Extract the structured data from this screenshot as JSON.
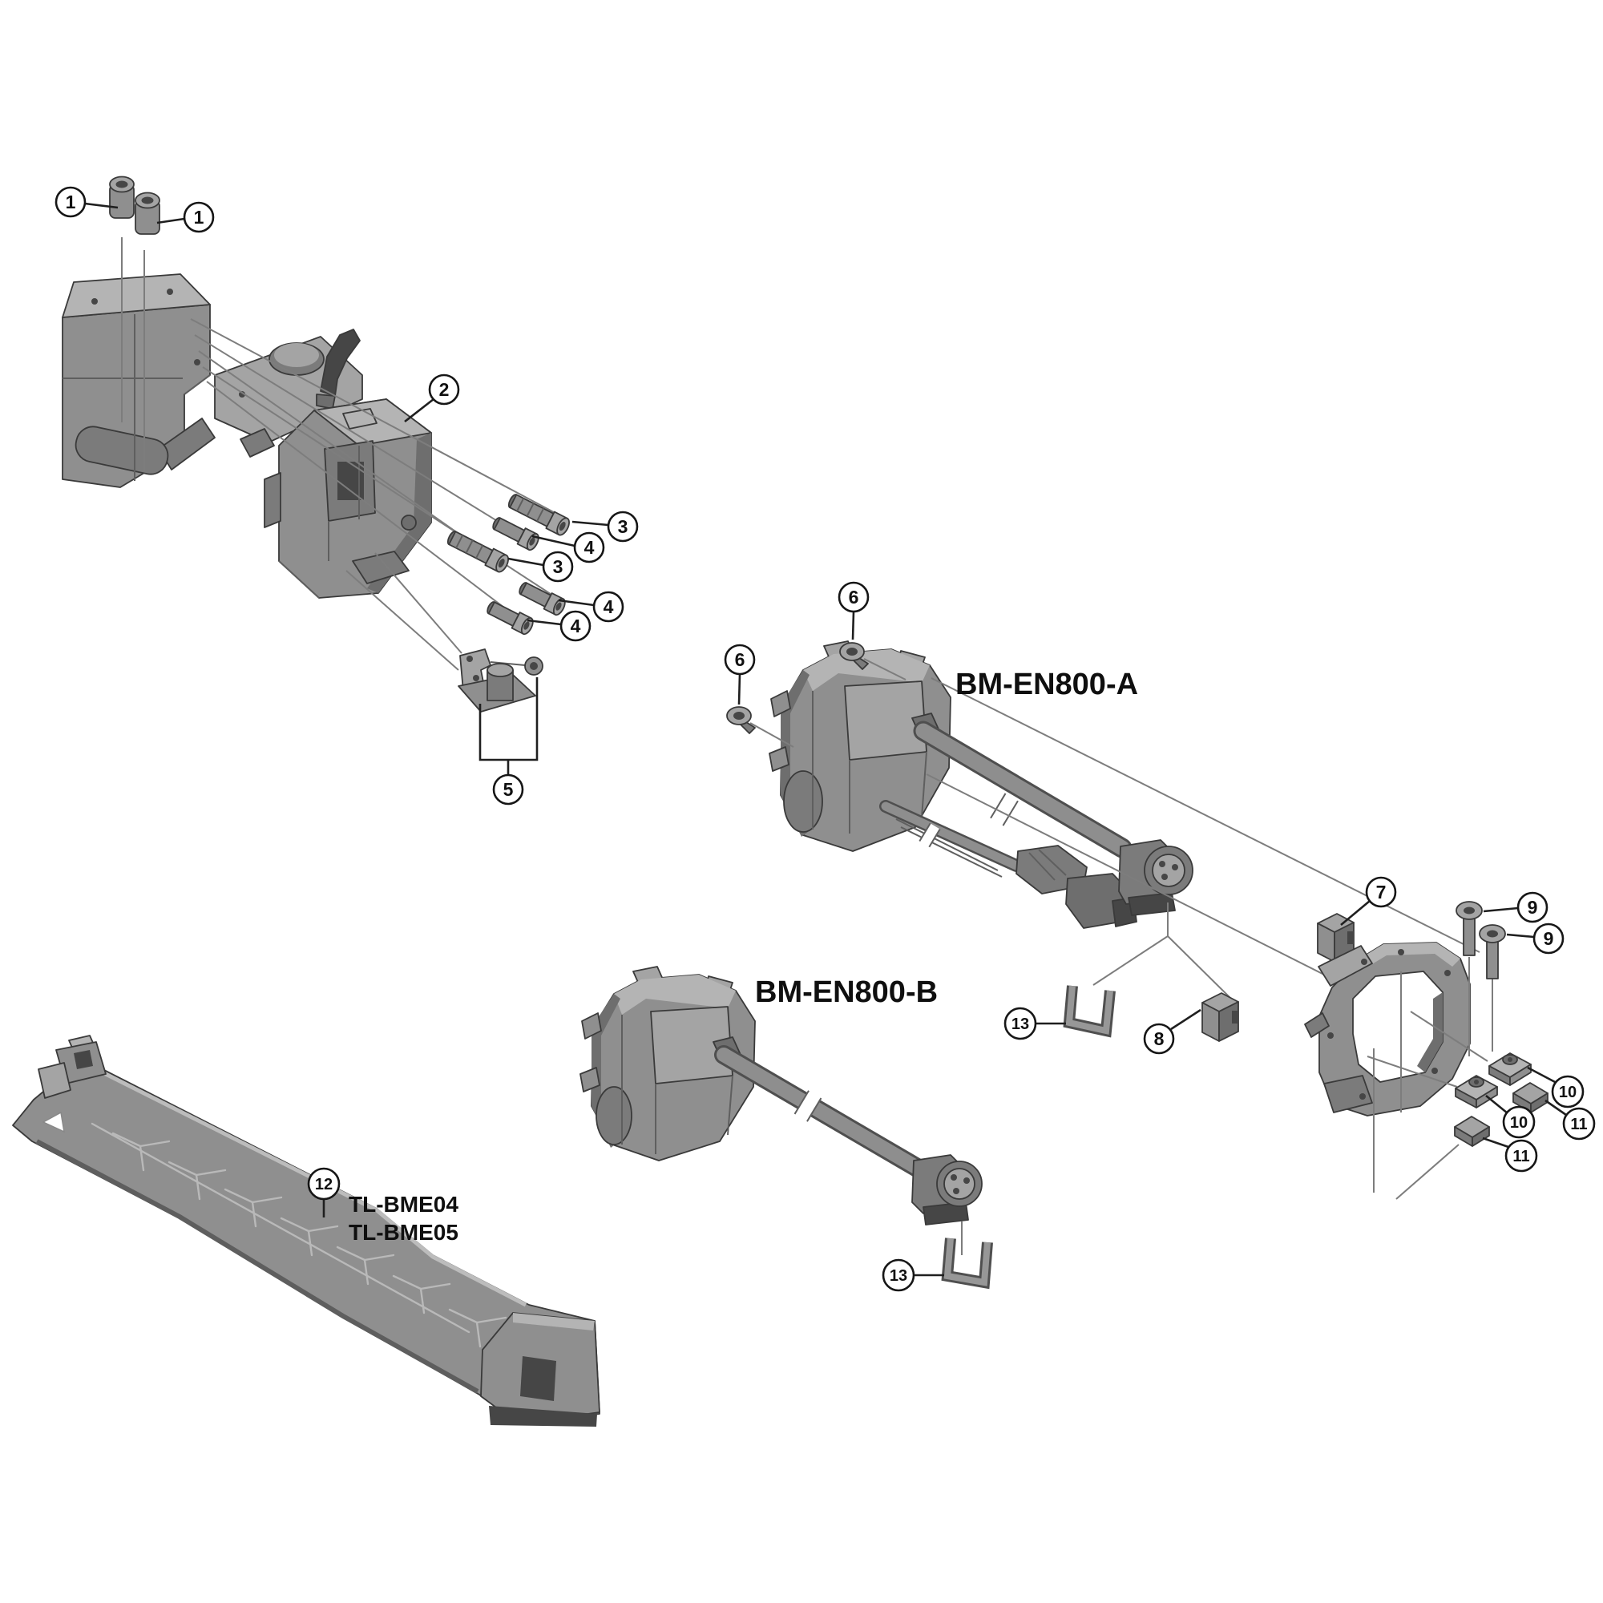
{
  "figure": {
    "type": "exploded-parts-diagram",
    "product_labels": {
      "mount_a": "BM-EN800-A",
      "mount_b": "BM-EN800-B",
      "tool_line1": "TL-BME04",
      "tool_line2": "TL-BME05"
    },
    "callouts": [
      {
        "label": "1"
      },
      {
        "label": "1"
      },
      {
        "label": "2"
      },
      {
        "label": "3"
      },
      {
        "label": "4"
      },
      {
        "label": "3"
      },
      {
        "label": "4"
      },
      {
        "label": "4"
      },
      {
        "label": "5"
      },
      {
        "label": "6"
      },
      {
        "label": "6"
      },
      {
        "label": "7"
      },
      {
        "label": "8"
      },
      {
        "label": "9"
      },
      {
        "label": "9"
      },
      {
        "label": "10"
      },
      {
        "label": "10"
      },
      {
        "label": "11"
      },
      {
        "label": "11"
      },
      {
        "label": "12"
      },
      {
        "label": "13"
      },
      {
        "label": "13"
      }
    ],
    "colors": {
      "background": "#ffffff",
      "part_base": "#8f8f8f",
      "part_light": "#b4b4b4",
      "part_dark": "#6e6e6e",
      "part_darkest": "#464646",
      "outline": "#3a3a3a",
      "projection_line": "#7d7d7d",
      "leader_line": "#1f1f1f",
      "callout_stroke": "#161616",
      "label_text": "#0f0f0f"
    }
  }
}
